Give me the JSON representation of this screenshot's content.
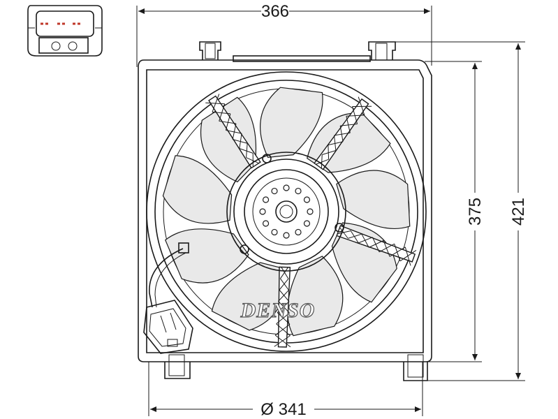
{
  "dimensions": {
    "width_top": "366",
    "height_inner": "375",
    "height_total": "421",
    "diameter": "Ø 341"
  },
  "brand": "DENSO"
}
